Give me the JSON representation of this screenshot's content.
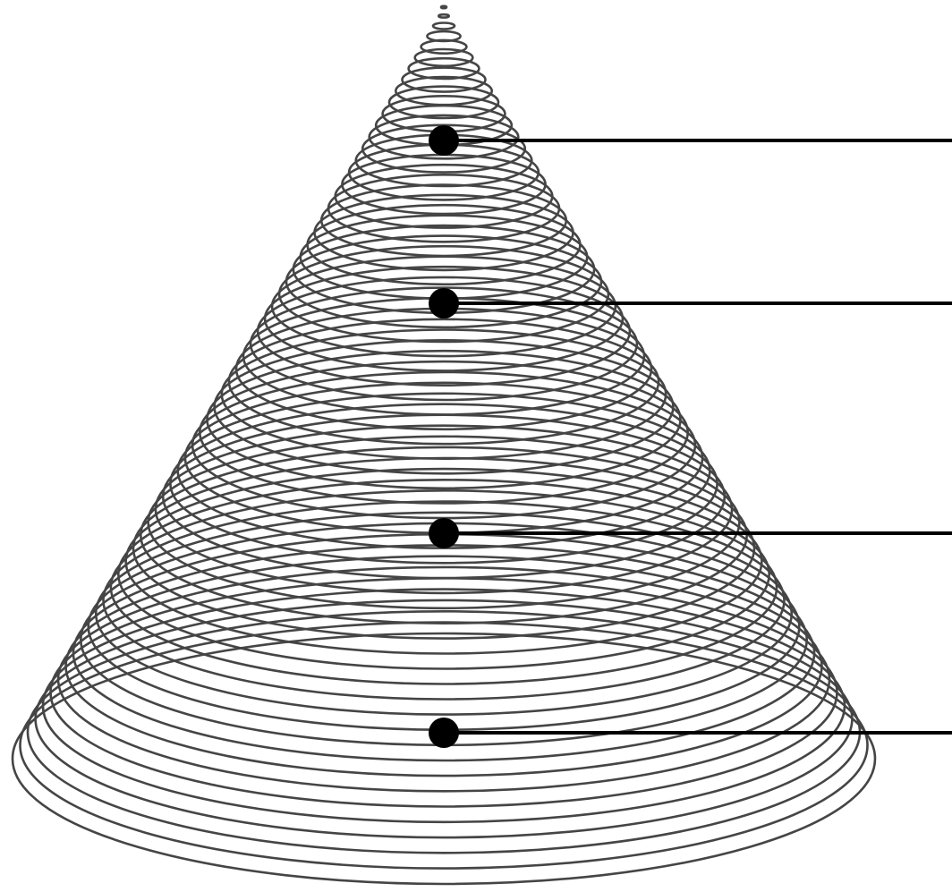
{
  "diagram": {
    "type": "cone-spiral-pointer",
    "colors": {
      "background": "#ffffff",
      "rings": "#454545",
      "markers": "#000000",
      "leaders": "#000000"
    },
    "pointers": [
      {
        "id": "pointer-1",
        "label": ""
      },
      {
        "id": "pointer-2",
        "label": ""
      },
      {
        "id": "pointer-3",
        "label": ""
      },
      {
        "id": "pointer-4",
        "label": ""
      }
    ]
  }
}
